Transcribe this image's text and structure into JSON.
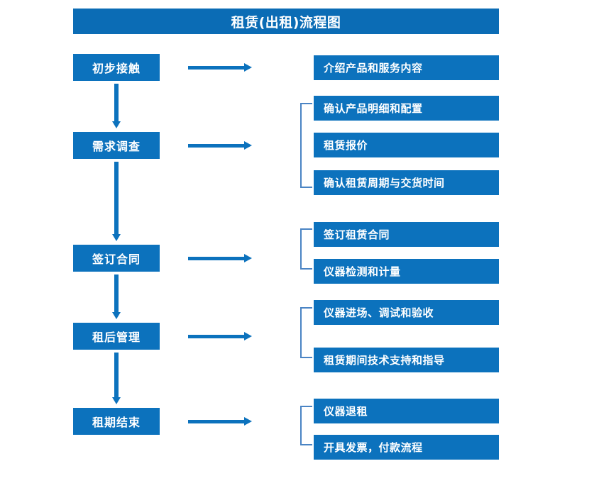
{
  "diagram": {
    "title": "租赁(出租)流程图",
    "colors": {
      "box_blue": "#0c72bd",
      "title_blue": "#0b6cb5",
      "bracket_blue": "#4a84c4",
      "text_white": "#ffffff",
      "background": "#ffffff"
    },
    "stages": [
      {
        "label": "初步接触"
      },
      {
        "label": "需求调查"
      },
      {
        "label": "签订合同"
      },
      {
        "label": "租后管理"
      },
      {
        "label": "租期结束"
      }
    ],
    "details": [
      {
        "label": "介绍产品和服务内容"
      },
      {
        "label": "确认产品明细和配置"
      },
      {
        "label": "租赁报价"
      },
      {
        "label": "确认租赁周期与交货时间"
      },
      {
        "label": "签订租赁合同"
      },
      {
        "label": "仪器检测和计量"
      },
      {
        "label": "仪器进场、调试和验收"
      },
      {
        "label": "租赁期间技术支持和指导"
      },
      {
        "label": "仪器退租"
      },
      {
        "label": "开具发票，付款流程"
      }
    ],
    "connectors": {
      "vertical_arrow_icon": "arrow-down-icon",
      "horizontal_arrow_icon": "arrow-right-icon",
      "bracket_icon": "group-bracket-icon"
    }
  }
}
